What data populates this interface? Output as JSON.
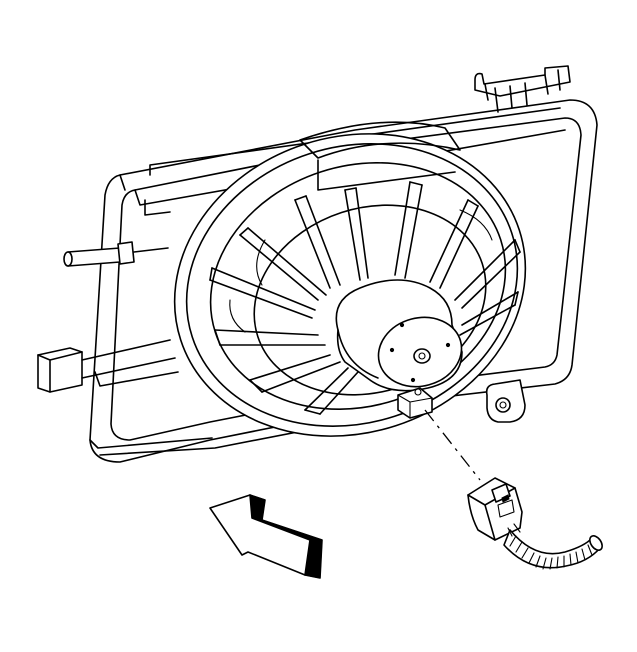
{
  "illustration": {
    "background": "#ffffff",
    "line_color": "#000000",
    "parts": [
      "fan-shroud-frame",
      "fan-blade-assembly",
      "fan-motor",
      "electrical-connector",
      "wiring-harness",
      "direction-arrow"
    ]
  }
}
